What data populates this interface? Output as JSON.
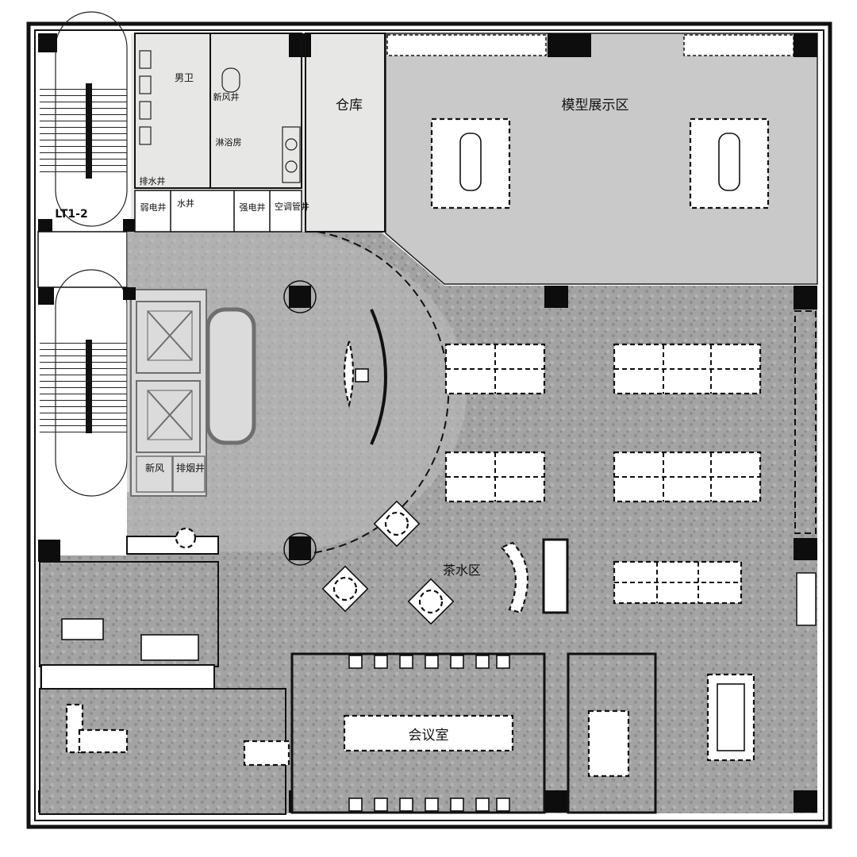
{
  "rooms": {
    "mens_toilet": "男卫",
    "warehouse": "仓库",
    "model_display": "模型展示区",
    "tea_area": "茶水区",
    "meeting_room": "会议室",
    "fresh_air_top": "新风井",
    "shower": "淋浴房",
    "drain_shaft": "排水井",
    "weak_shaft": "弱电井",
    "water_shaft": "水井",
    "strong_shaft": "强电井",
    "ac_shaft": "空调管井",
    "fresh_air": "新风",
    "smoke_shaft": "排烟井",
    "stair_tag": "LT1-2"
  },
  "colors": {
    "carpet": "#9b9b9b",
    "display_zone": "#c9c9c9",
    "service_floor": "#e7e7e5",
    "wall": "#0d0d0d"
  }
}
